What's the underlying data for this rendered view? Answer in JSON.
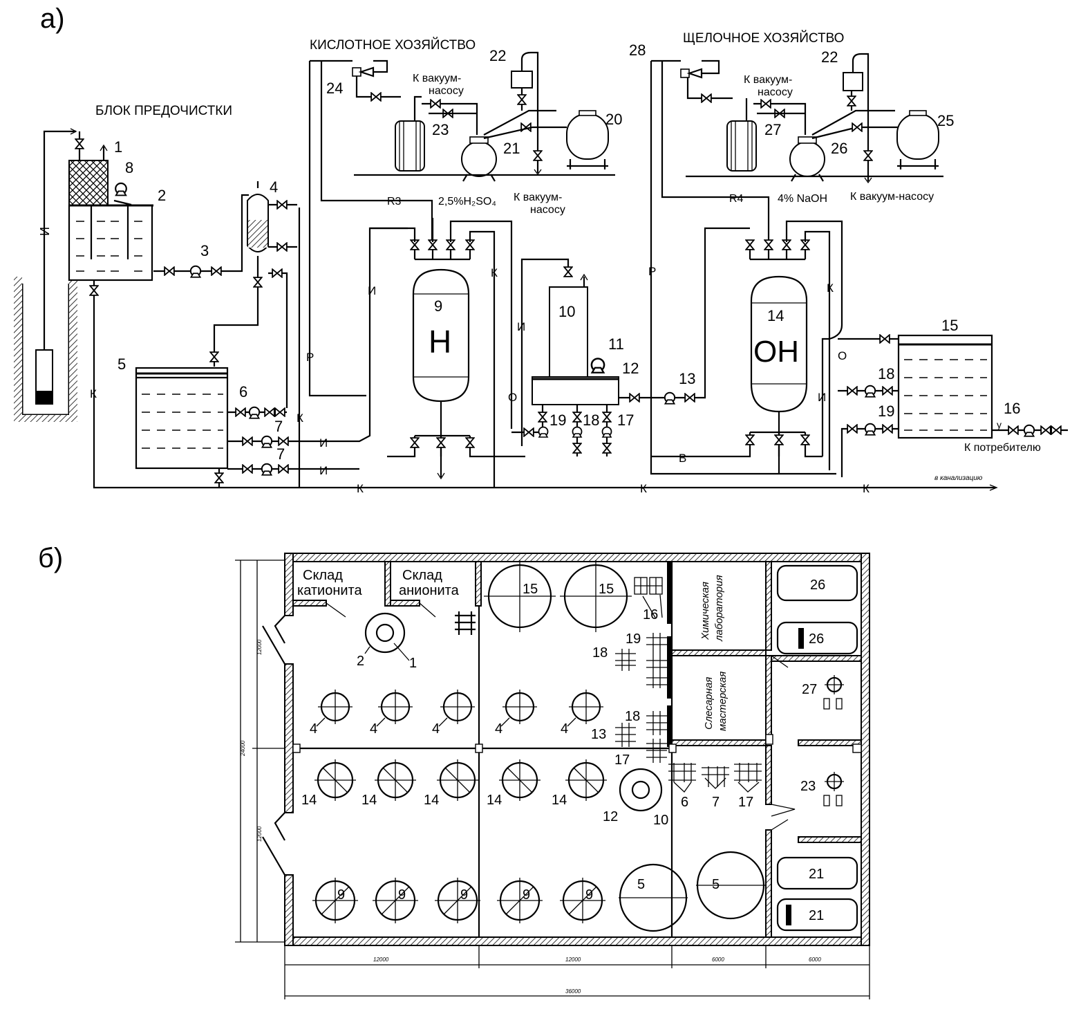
{
  "panel_a": {
    "label": "а)",
    "sections": {
      "pretreat": "БЛОК ПРЕДОЧИСТКИ",
      "acid": "КИСЛОТНОЕ ХОЗЯЙСТВО",
      "alkali": "ЩЕЛОЧНОЕ ХОЗЯЙСТВО"
    },
    "vacuum": {
      "a1": "К вакуум-",
      "a2": "насосу",
      "b1": "К вакуум-",
      "b2": "насосу",
      "c1": "К вакуум-",
      "c2": "насосу",
      "d": "К вакуум-насосу"
    },
    "reagents": {
      "acid": "2,5%H₂SO₄",
      "alkali": "4% NaOH",
      "r3": "R3",
      "r4": "R4"
    },
    "consumer": "К потребителю",
    "drain": "в канализацию",
    "filter_h": "Н",
    "filter_oh": "ОН",
    "line_codes": {
      "i": "И",
      "k": "К",
      "r": "Р",
      "o": "О",
      "v": "В",
      "u": "у"
    },
    "numbers": {
      "n1": "1",
      "n2": "2",
      "n3": "3",
      "n4": "4",
      "n5": "5",
      "n6": "6",
      "n7a": "7",
      "n7b": "7",
      "n8": "8",
      "n9": "9",
      "n10": "10",
      "n11": "11",
      "n12": "12",
      "n13": "13",
      "n14": "14",
      "n15": "15",
      "n16": "16",
      "n17": "17",
      "n18a": "18",
      "n18b": "18",
      "n19a": "19",
      "n19b": "19",
      "n20": "20",
      "n21": "21",
      "n22a": "22",
      "n22b": "22",
      "n23": "23",
      "n24": "24",
      "n25": "25",
      "n26": "26",
      "n27": "27",
      "n28": "28"
    }
  },
  "panel_b": {
    "label": "б)",
    "rooms": {
      "cation_1": "Склад",
      "cation_2": "катионита",
      "anion_1": "Склад",
      "anion_2": "анионита",
      "lab_1": "Химическая",
      "lab_2": "лаборатория",
      "shop_1": "Слесарная",
      "shop_2": "мастерская"
    },
    "equipment": {
      "e1": "1",
      "e2": "2",
      "e4a": "4",
      "e4b": "4",
      "e4c": "4",
      "e4d": "4",
      "e4e": "4",
      "e5a": "5",
      "e5b": "5",
      "e6": "6",
      "e7": "7",
      "e9a": "9",
      "e9b": "9",
      "e9c": "9",
      "e9d": "9",
      "e9e": "9",
      "e10": "10",
      "e12": "12",
      "e13": "13",
      "e14a": "14",
      "e14b": "14",
      "e14c": "14",
      "e14d": "14",
      "e14e": "14",
      "e15a": "15",
      "e15b": "15",
      "e16": "16",
      "e17a": "17",
      "e17b": "17",
      "e18a": "18",
      "e18b": "18",
      "e19": "19",
      "e21a": "21",
      "e21b": "21",
      "e23": "23",
      "e26a": "26",
      "e26b": "26",
      "e27": "27"
    },
    "dimensions": {
      "d1": "12000",
      "d2": "12000",
      "d3": "6000",
      "d4": "6000",
      "total": "36000",
      "height": "24000",
      "left1": "12000",
      "left2": "12000"
    }
  }
}
